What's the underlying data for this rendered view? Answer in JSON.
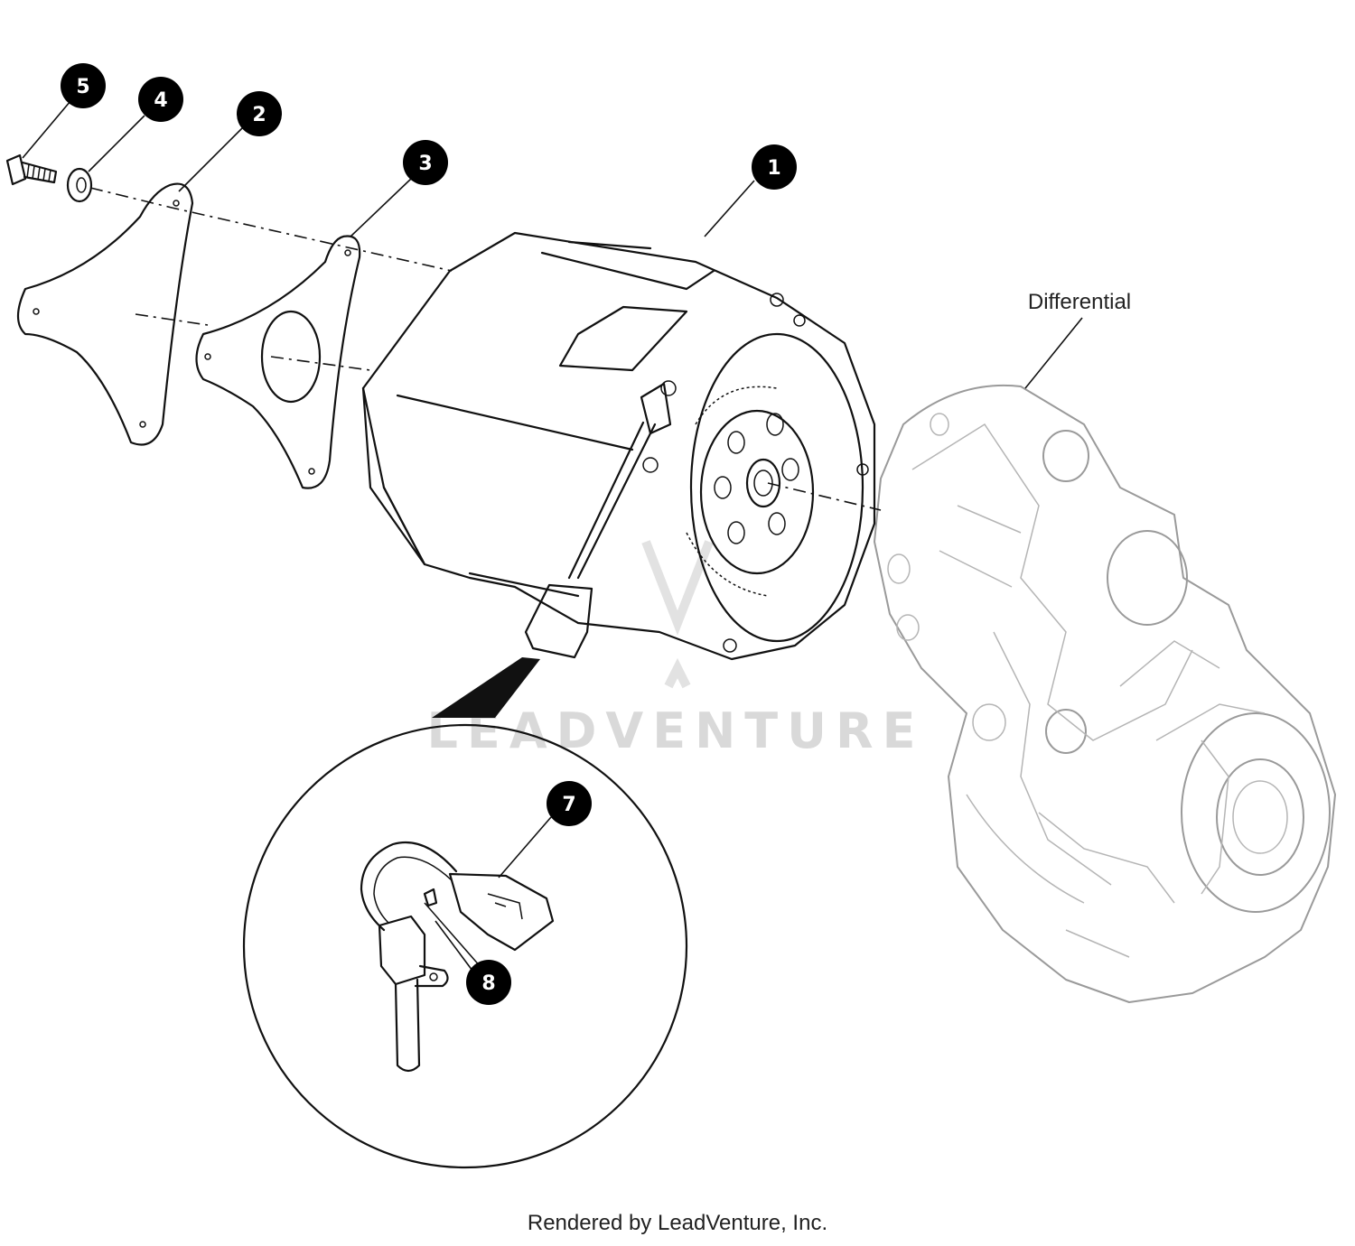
{
  "diagram": {
    "callouts": [
      {
        "id": "callout-1",
        "number": "1"
      },
      {
        "id": "callout-2",
        "number": "2"
      },
      {
        "id": "callout-3",
        "number": "3"
      },
      {
        "id": "callout-4",
        "number": "4"
      },
      {
        "id": "callout-5",
        "number": "5"
      },
      {
        "id": "callout-7",
        "number": "7"
      },
      {
        "id": "callout-8",
        "number": "8"
      }
    ],
    "differential_label": "Differential",
    "watermark": "LEADVENTURE",
    "credit": "Rendered by LeadVenture, Inc.",
    "colors": {
      "line": "#111111",
      "callout_fill": "#000000",
      "callout_text": "#ffffff",
      "differential_line": "#9a9a9a",
      "watermark": "#d9d9d9"
    }
  }
}
